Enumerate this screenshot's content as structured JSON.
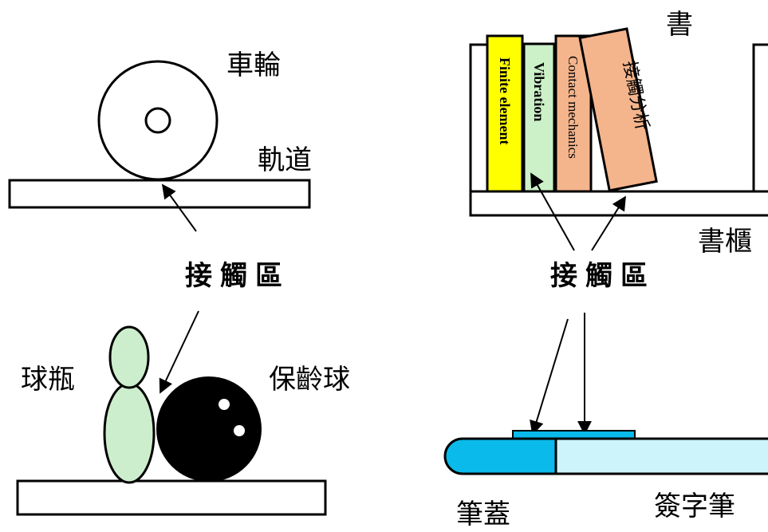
{
  "labels": {
    "wheel": "車輪",
    "track": "軌道",
    "contact_left": "接觸區",
    "pin": "球瓶",
    "bowling_ball": "保齡球",
    "book": "書",
    "bookcase": "書櫃",
    "contact_right": "接觸區",
    "pen_cap": "筆蓋",
    "signing_pen": "簽字筆"
  },
  "books": [
    {
      "title": "Finite element",
      "color": "#ffff00"
    },
    {
      "title": "Vibration",
      "color": "#ccf0c8"
    },
    {
      "title": "Contact mechanics",
      "color": "#f4b48c"
    },
    {
      "title": "接觸分析",
      "color": "#f4b48c"
    }
  ],
  "colors": {
    "pin_fill": "#cdeecd",
    "ball_fill": "#000000",
    "cap_fill": "#0abaea",
    "pen_body_fill": "#ccf4fa",
    "contact_strip_fill": "#0abaea"
  }
}
